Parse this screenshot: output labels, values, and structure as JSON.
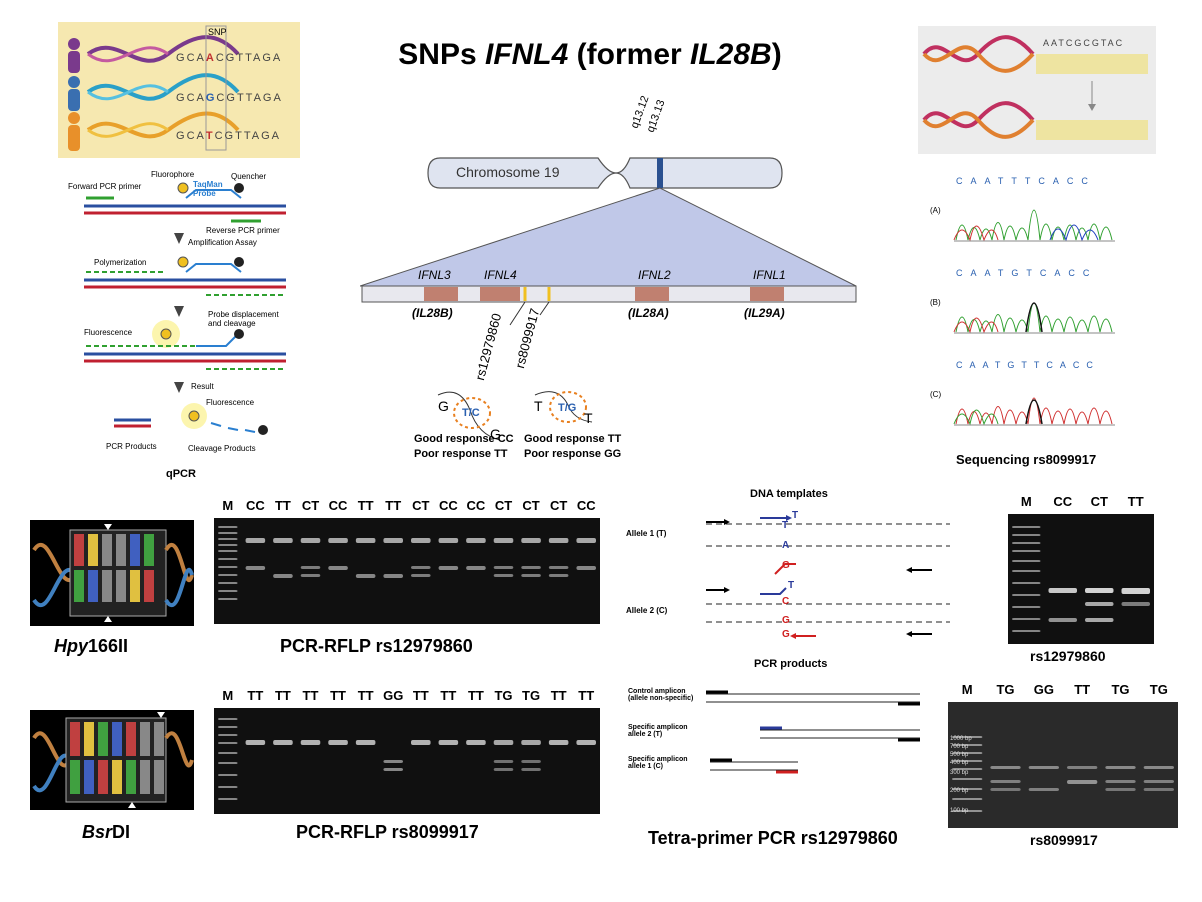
{
  "title": {
    "prefix": "SNPs ",
    "gene": "IFNL4",
    "middle": " (former ",
    "old_gene": "IL28B",
    "suffix": ")"
  },
  "snp_panel": {
    "label": "SNP",
    "seq_top": [
      "G",
      "C",
      "A",
      "A",
      "C",
      "G",
      "T",
      "T",
      "A",
      "G",
      "A"
    ],
    "seq_mid": [
      "G",
      "C",
      "A",
      "G",
      "C",
      "G",
      "T",
      "T",
      "A",
      "G",
      "A"
    ],
    "seq_bot": [
      "G",
      "C",
      "A",
      "T",
      "C",
      "G",
      "T",
      "T",
      "A",
      "G",
      "A"
    ]
  },
  "qpcr": {
    "caption": "qPCR",
    "labels": {
      "forward_primer": "Forward PCR primer",
      "fluorophore": "Fluorophore",
      "probe": "TaqMan Probe",
      "quencher": "Quencher",
      "reverse_primer": "Reverse PCR primer",
      "amplification": "Amplification Assay",
      "polymerization": "Polymerization",
      "fluorescence": "Fluorescence",
      "displacement": "Probe displacement and cleavage",
      "result": "Result",
      "fluorescence2": "Fluorescence",
      "pcr_products": "PCR Products",
      "cleavage_products": "Cleavage Products"
    }
  },
  "chromosome": {
    "name": "Chromosome 19",
    "bands": [
      "q13.12",
      "q13.13"
    ],
    "genes": [
      {
        "name": "IFNL3",
        "alias": "(IL28B)"
      },
      {
        "name": "IFNL4",
        "alias": ""
      },
      {
        "name": "IFNL2",
        "alias": "(IL28A)"
      },
      {
        "name": "IFNL1",
        "alias": "(IL29A)"
      }
    ],
    "snps": [
      "rs12979860",
      "rs8099917"
    ],
    "alleles": [
      {
        "left": "G",
        "center": "T/C",
        "right": "G",
        "good": "Good response CC",
        "poor": "Poor response TT"
      },
      {
        "left": "T",
        "center": "T/G",
        "right": "T",
        "good": "Good response TT",
        "poor": "Poor response GG"
      }
    ]
  },
  "sequencing": {
    "caption": "Sequencing  rs8099917",
    "panels": [
      {
        "label": "(A)",
        "bases": [
          "C",
          "A",
          "A",
          "T",
          "T",
          "T",
          "C",
          "A",
          "C",
          "C"
        ]
      },
      {
        "label": "(B)",
        "bases": [
          "C",
          "A",
          "A",
          "T",
          "G",
          "T",
          "C",
          "A",
          "C",
          "C"
        ]
      },
      {
        "label": "(C)",
        "bases": [
          "C",
          "A",
          "A",
          "T",
          "GT",
          "T",
          "C",
          "A",
          "C",
          "C"
        ]
      }
    ],
    "top_seq": "AATCGCGTAC"
  },
  "rflp1": {
    "enzyme_prefix": "Hpy",
    "enzyme_suffix": "166II",
    "caption": "PCR-RFLP  rs12979860",
    "lanes": [
      "M",
      "CC",
      "TT",
      "CT",
      "CC",
      "TT",
      "TT",
      "CT",
      "CC",
      "CC",
      "CT",
      "CT",
      "CT",
      "CC"
    ]
  },
  "rflp2": {
    "enzyme_prefix": "Bsr",
    "enzyme_suffix": "DI",
    "caption": "PCR-RFLP  rs8099917",
    "lanes": [
      "M",
      "TT",
      "TT",
      "TT",
      "TT",
      "TT",
      "GG",
      "TT",
      "TT",
      "TT",
      "TG",
      "TG",
      "TT",
      "TT"
    ]
  },
  "tetra": {
    "caption": "Tetra-primer PCR rs12979860",
    "templates_title": "DNA templates",
    "allele1": "Allele 1 (T)",
    "allele2": "Allele 2 (C)",
    "products_title": "PCR products",
    "control": "Control amplicon (allele non-specific)",
    "spec2": "Specific amplicon allele 2 (T)",
    "spec1": "Specific amplicon allele 1 (C)",
    "bases1": [
      "T",
      "T",
      "A",
      "G"
    ],
    "bases2": [
      "T",
      "C",
      "G",
      "G"
    ]
  },
  "gel3": {
    "caption": "rs12979860",
    "lanes": [
      "M",
      "CC",
      "CT",
      "TT"
    ]
  },
  "gel4": {
    "caption": "rs8099917",
    "lanes": [
      "M",
      "TG",
      "GG",
      "TT",
      "TG",
      "TG"
    ],
    "ladder": [
      "1000 bp",
      "700 bp",
      "500 bp",
      "400 bp",
      "300 bp",
      "200 bp",
      "100 bp"
    ]
  }
}
